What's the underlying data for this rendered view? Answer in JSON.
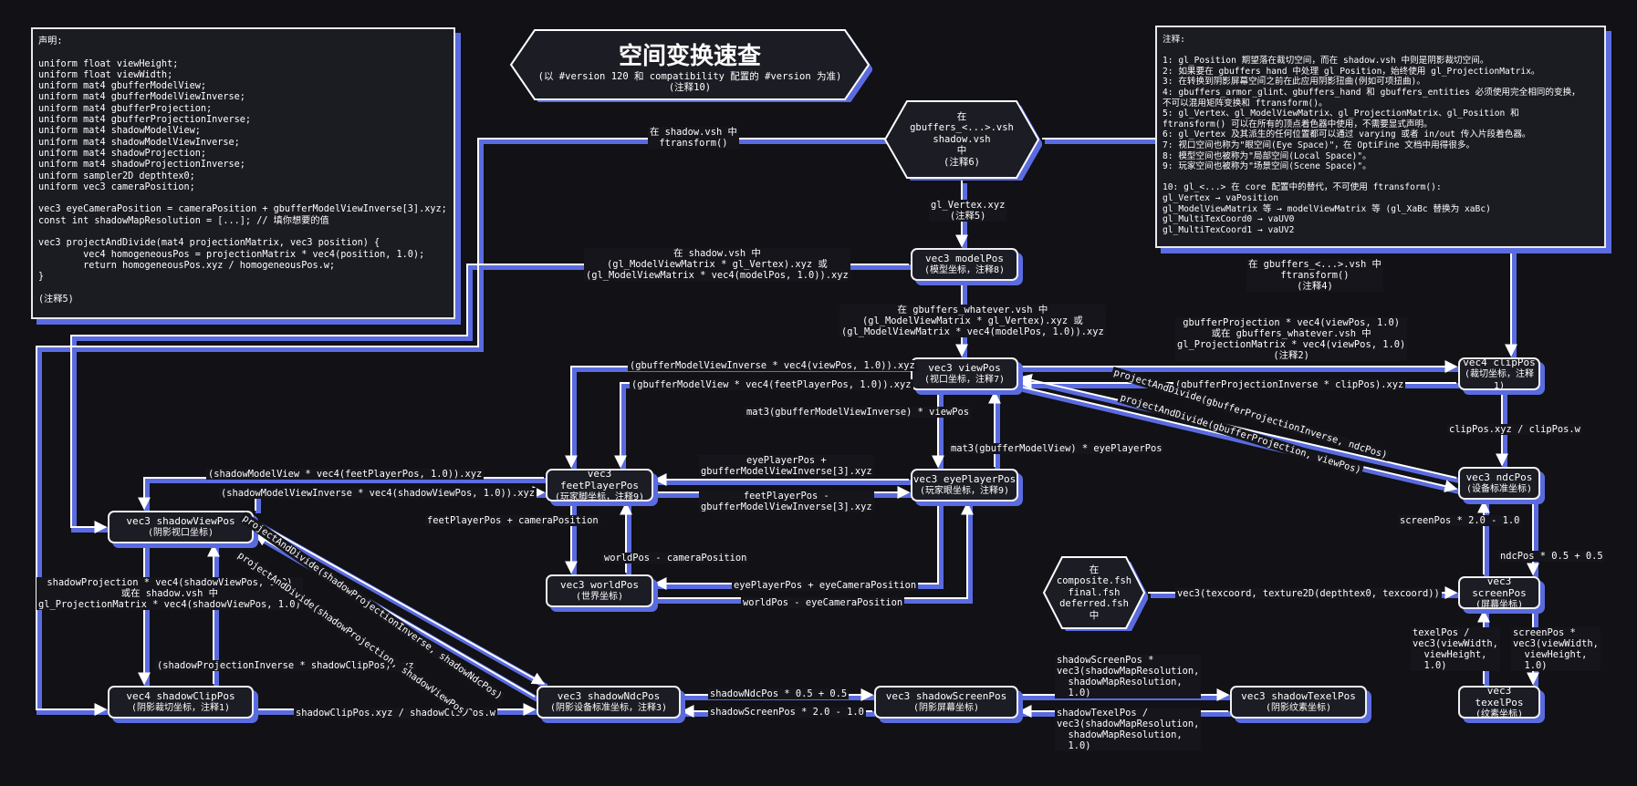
{
  "title": {
    "main": "空间变换速查",
    "sub1": "(以 #version 120 和 compatibility 配置的 #version 为准)",
    "sub2": "(注释10)"
  },
  "declarations": "声明:\n\nuniform float viewHeight;\nuniform float viewWidth;\nuniform mat4 gbufferModelView;\nuniform mat4 gbufferModelViewInverse;\nuniform mat4 gbufferProjection;\nuniform mat4 gbufferProjectionInverse;\nuniform mat4 shadowModelView;\nuniform mat4 shadowModelViewInverse;\nuniform mat4 shadowProjection;\nuniform mat4 shadowProjectionInverse;\nuniform sampler2D depthtex0;\nuniform vec3 cameraPosition;\n\nvec3 eyeCameraPosition = cameraPosition + gbufferModelViewInverse[3].xyz;\nconst int shadowMapResolution = [...]; // 填你想要的值\n\nvec3 projectAndDivide(mat4 projectionMatrix, vec3 position) {\n        vec4 homogeneousPos = projectionMatrix * vec4(position, 1.0);\n        return homogeneousPos.xyz / homogeneousPos.w;\n}\n\n(注释5)",
  "notes": "注释:\n\n1: gl_Position 期望落在裁切空间，而在 shadow.vsh 中则是阴影裁切空间。\n2: 如果要在 gbuffers_hand 中处理 gl_Position，始终使用 gl_ProjectionMatrix。\n3: 在转换到阴影屏幕空间之前在此应用阴影扭曲(例如可项扭曲)。\n4: gbuffers_armor_glint、gbuffers_hand 和 gbuffers_entities 必须使用完全相同的变换，\n不可以混用矩阵变换和 ftransform()。\n5: gl_Vertex、gl_ModelViewMatrix、gl_ProjectionMatrix、gl_Position 和\nftransform() 可以在所有的顶点着色器中使用，不需要显式声明。\n6: gl_Vertex 及其派生的任何位置都可以通过 varying 或者 in/out 传入片段着色器。\n7: 视口空间也称为\"眼空间(Eye Space)\"，在 OptiFine 文档中用得很多。\n8: 模型空间也被称为\"局部空间(Local Space)\"。\n9: 玩家空间也被称为\"场景空间(Scene Space)\"。\n\n10: gl_<...> 在 core 配置中的替代，不可使用 ftransform():\ngl_Vertex → vaPosition\ngl_ModelViewMatrix 等 → modelViewMatrix 等 (gl_XaBc 替换为 xaBc)\ngl_MultiTexCoord0 → vaUV0\ngl_MultiTexCoord1 → vaUV2",
  "hexagons": {
    "gbuffers": "在\ngbuffers_<...>.vsh\nshadow.vsh\n中\n(注释6)",
    "composite": "在\ncomposite.fsh\nfinal.fsh\ndeferred.fsh\n中"
  },
  "nodes": {
    "modelPos": {
      "title": "vec3 modelPos",
      "sub": "(模型坐标，注释8)"
    },
    "viewPos": {
      "title": "vec3 viewPos",
      "sub": "(视口坐标，注释7)"
    },
    "clipPos": {
      "title": "vec4 clipPos",
      "sub": "(裁切坐标，注释1)"
    },
    "ndcPos": {
      "title": "vec3 ndcPos",
      "sub": "(设备标准坐标)"
    },
    "screenPos": {
      "title": "vec3 screenPos",
      "sub": "(屏幕坐标)"
    },
    "texelPos": {
      "title": "vec3 texelPos",
      "sub": "(纹素坐标)"
    },
    "feetPlayerPos": {
      "title": "vec3 feetPlayerPos",
      "sub": "(玩家脚坐标，注释9)"
    },
    "eyePlayerPos": {
      "title": "vec3 eyePlayerPos",
      "sub": "(玩家眼坐标，注释9)"
    },
    "worldPos": {
      "title": "vec3 worldPos",
      "sub": "(世界坐标)"
    },
    "shadowViewPos": {
      "title": "vec3 shadowViewPos",
      "sub": "(阴影视口坐标)"
    },
    "shadowClipPos": {
      "title": "vec4 shadowClipPos",
      "sub": "(阴影裁切坐标，注释1)"
    },
    "shadowNdcPos": {
      "title": "vec3 shadowNdcPos",
      "sub": "(阴影设备标准坐标，注释3)"
    },
    "shadowScreenPos": {
      "title": "vec3 shadowScreenPos",
      "sub": "(阴影屏幕坐标)"
    },
    "shadowTexelPos": {
      "title": "vec3 shadowTexelPos",
      "sub": "(阴影纹素坐标)"
    }
  },
  "edges": {
    "shadow_ftransform": "在 shadow.vsh 中\nftransform()",
    "gl_vertex": "gl_Vertex.xyz\n(注释5)",
    "shadow_modelview": "在 shadow.vsh 中\n(gl_ModelViewMatrix * gl_Vertex).xyz 或\n(gl_ModelViewMatrix * vec4(modelPos, 1.0)).xyz",
    "gbuffers_ftransform": "在 gbuffers_<...>.vsh 中\nftransform()\n(注释4)",
    "whatever_modelview": "在 gbuffers_whatever.vsh 中\n(gl_ModelViewMatrix * gl_Vertex).xyz 或\n(gl_ModelViewMatrix * vec4(modelPos, 1.0)).xyz",
    "gbuffer_projection": "gbufferProjection * vec4(viewPos, 1.0)\n或在 gbuffers_whatever.vsh 中\ngl_ProjectionMatrix * vec4(viewPos, 1.0)\n(注释2)",
    "proj_inverse_clip": "(gbufferProjectionInverse * clipPos).xyz",
    "view_to_feet": "(gbufferModelViewInverse * vec4(viewPos, 1.0)).xyz",
    "feet_to_view": "(gbufferModelView * vec4(feetPlayerPos, 1.0)).xyz",
    "mat3_inverse": "mat3(gbufferModelViewInverse) * viewPos",
    "mat3_modelview": "mat3(gbufferModelView) * eyePlayerPos",
    "pad_ndc_inverse": "projectAndDivide(gbufferProjectionInverse, ndcPos)",
    "pad_view": "projectAndDivide(gbufferProjection, viewPos)",
    "clip_divide": "clipPos.xyz / clipPos.w",
    "eye_to_feet": "eyePlayerPos +\ngbufferModelViewInverse[3].xyz",
    "feet_to_eye": "feetPlayerPos -\ngbufferModelViewInverse[3].xyz",
    "shadow_mv_feet": "(shadowModelView * vec4(feetPlayerPos, 1.0)).xyz",
    "shadow_mv_inverse": "(shadowModelViewInverse * vec4(shadowViewPos, 1.0)).xyz",
    "feet_plus_camera": "feetPlayerPos + cameraPosition",
    "world_minus_camera": "worldPos - cameraPosition",
    "eye_plus_eyecam": "eyePlayerPos + eyeCameraPosition",
    "world_minus_eyecam": "worldPos - eyeCameraPosition",
    "screen_to_ndc": "screenPos * 2.0 - 1.0",
    "ndc_to_screen": "ndcPos * 0.5 + 0.5",
    "depth_texture": "vec3(texcoord, texture2D(depthtex0, texcoord))",
    "texel_to_screen": "texelPos /\nvec3(viewWidth,\n  viewHeight,\n  1.0)",
    "screen_to_texel": "screenPos *\nvec3(viewWidth,\n  viewHeight,\n  1.0)",
    "shadow_projection": "shadowProjection * vec4(shadowViewPos, 1.0)\n或在 shadow.vsh 中\ngl_ProjectionMatrix * vec4(shadowViewPos, 1.0)",
    "shadow_proj_inverse": "(shadowProjectionInverse * shadowClipPos).xyz",
    "pad_shadow_inverse": "projectAndDivide(shadowProjectionInverse, shadowNdcPos)",
    "pad_shadow_view": "projectAndDivide(shadowProjection, shadowViewPos)",
    "shadow_clip_divide": "shadowClipPos.xyz / shadowClipPos.w",
    "shadow_ndc_to_screen": "shadowNdcPos * 0.5 + 0.5",
    "shadow_screen_to_ndc": "shadowScreenPos * 2.0 - 1.0",
    "shadow_screen_to_texel": "shadowScreenPos *\nvec3(shadowMapResolution,\n  shadowMapResolution,\n  1.0)",
    "shadow_texel_to_screen": "shadowTexelPos /\nvec3(shadowMapResolution,\n  shadowMapResolution,\n  1.0)"
  },
  "colors": {
    "background": "#111116",
    "line": "#ffffff",
    "shadow": "#5a6be0",
    "box": "#1c1c24"
  }
}
